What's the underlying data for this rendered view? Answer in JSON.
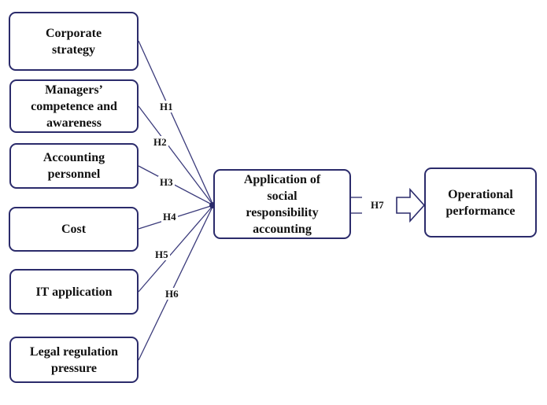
{
  "factors": [
    {
      "label": "Corporate\nstrategy"
    },
    {
      "label": "Managers’\ncompetence and\nawareness"
    },
    {
      "label": "Accounting\npersonnel"
    },
    {
      "label": "Cost"
    },
    {
      "label": "IT application"
    },
    {
      "label": "Legal regulation\npressure"
    }
  ],
  "hypotheses": [
    "H1",
    "H2",
    "H3",
    "H4",
    "H5",
    "H6",
    "H7"
  ],
  "center": {
    "label": "Application of\nsocial\nresponsibility\naccounting"
  },
  "outcome": {
    "label": "Operational\nperformance"
  },
  "colors": {
    "border": "#2b2b6b",
    "line": "#3b3b7b",
    "text": "#111111"
  }
}
